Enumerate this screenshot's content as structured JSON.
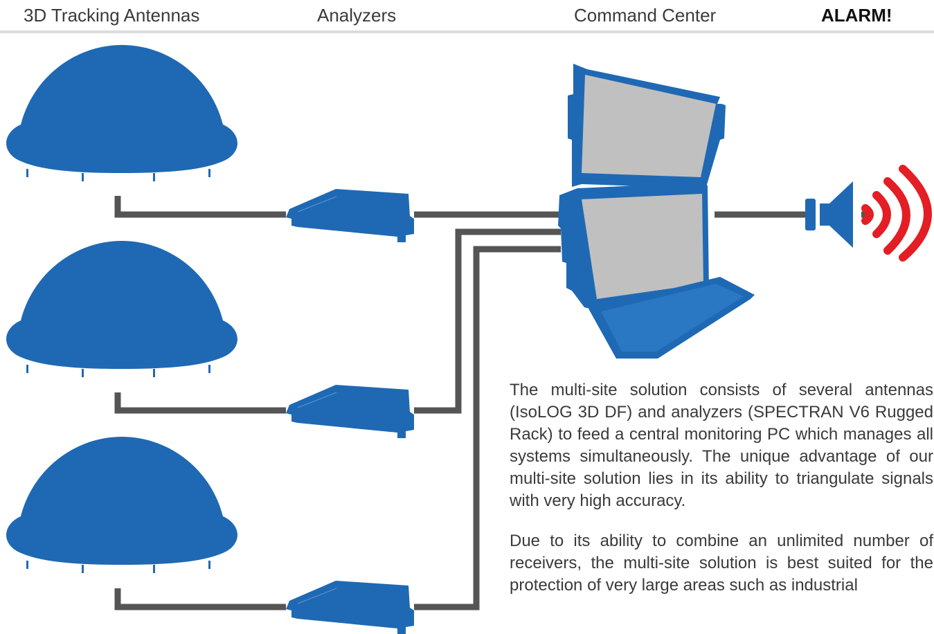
{
  "header": {
    "antennas_label": "3D Tracking Antennas",
    "analyzers_label": "Analyzers",
    "command_label": "Command Center",
    "alarm_label": "ALARM!"
  },
  "colors": {
    "device_blue": "#1f69b4",
    "cable_gray": "#555555",
    "alarm_red": "#e31e24",
    "screen_gray": "#c0c0c0"
  },
  "icons": [
    "dome-antenna-icon",
    "analyzer-box-icon",
    "laptop-command-center-icon",
    "alarm-speaker-icon"
  ],
  "description": {
    "paragraph1": "The multi-site solution consists of several antennas (IsoLOG 3D DF) and analyzers (SPECTRAN V6 Rugged Rack) to feed a central monitoring PC which manages all systems simultaneously. The unique advantage of our multi-site solution lies in its ability to triangulate signals with very high accuracy.",
    "paragraph2": "Due to its ability to combine an unlimited number of receivers, the multi-site solution is best suited for the protection of very large areas such as industrial"
  }
}
